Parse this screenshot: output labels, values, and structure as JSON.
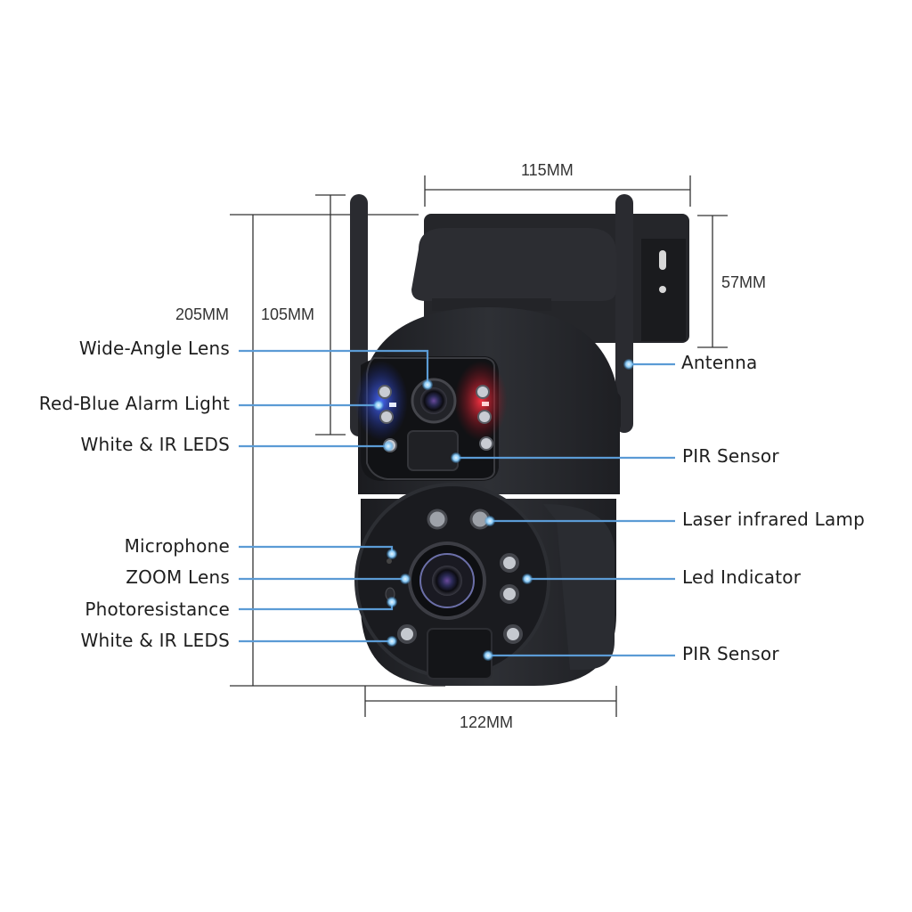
{
  "dimensions": {
    "overall_height": "205MM",
    "head_height": "105MM",
    "bracket_width": "115MM",
    "bracket_height": "57MM",
    "body_width": "122MM"
  },
  "callouts_left": [
    {
      "label": "Wide-Angle Lens"
    },
    {
      "label": "Red-Blue Alarm Light"
    },
    {
      "label": "White & IR LEDS"
    },
    {
      "label": "Microphone"
    },
    {
      "label": "ZOOM Lens"
    },
    {
      "label": "Photoresistance"
    },
    {
      "label": "White & IR LEDS"
    }
  ],
  "callouts_right": [
    {
      "label": "Antenna"
    },
    {
      "label": "PIR Sensor"
    },
    {
      "label": "Laser infrared Lamp"
    },
    {
      "label": "Led Indicator"
    },
    {
      "label": "PIR Sensor"
    }
  ],
  "colors": {
    "callout_line": "#5b9bd5",
    "callout_dot": "#9fd3ff",
    "dimension_line": "#333333",
    "camera_body": "#26272b",
    "alarm_blue": "#2b4dff",
    "alarm_red": "#ff2a3a"
  }
}
